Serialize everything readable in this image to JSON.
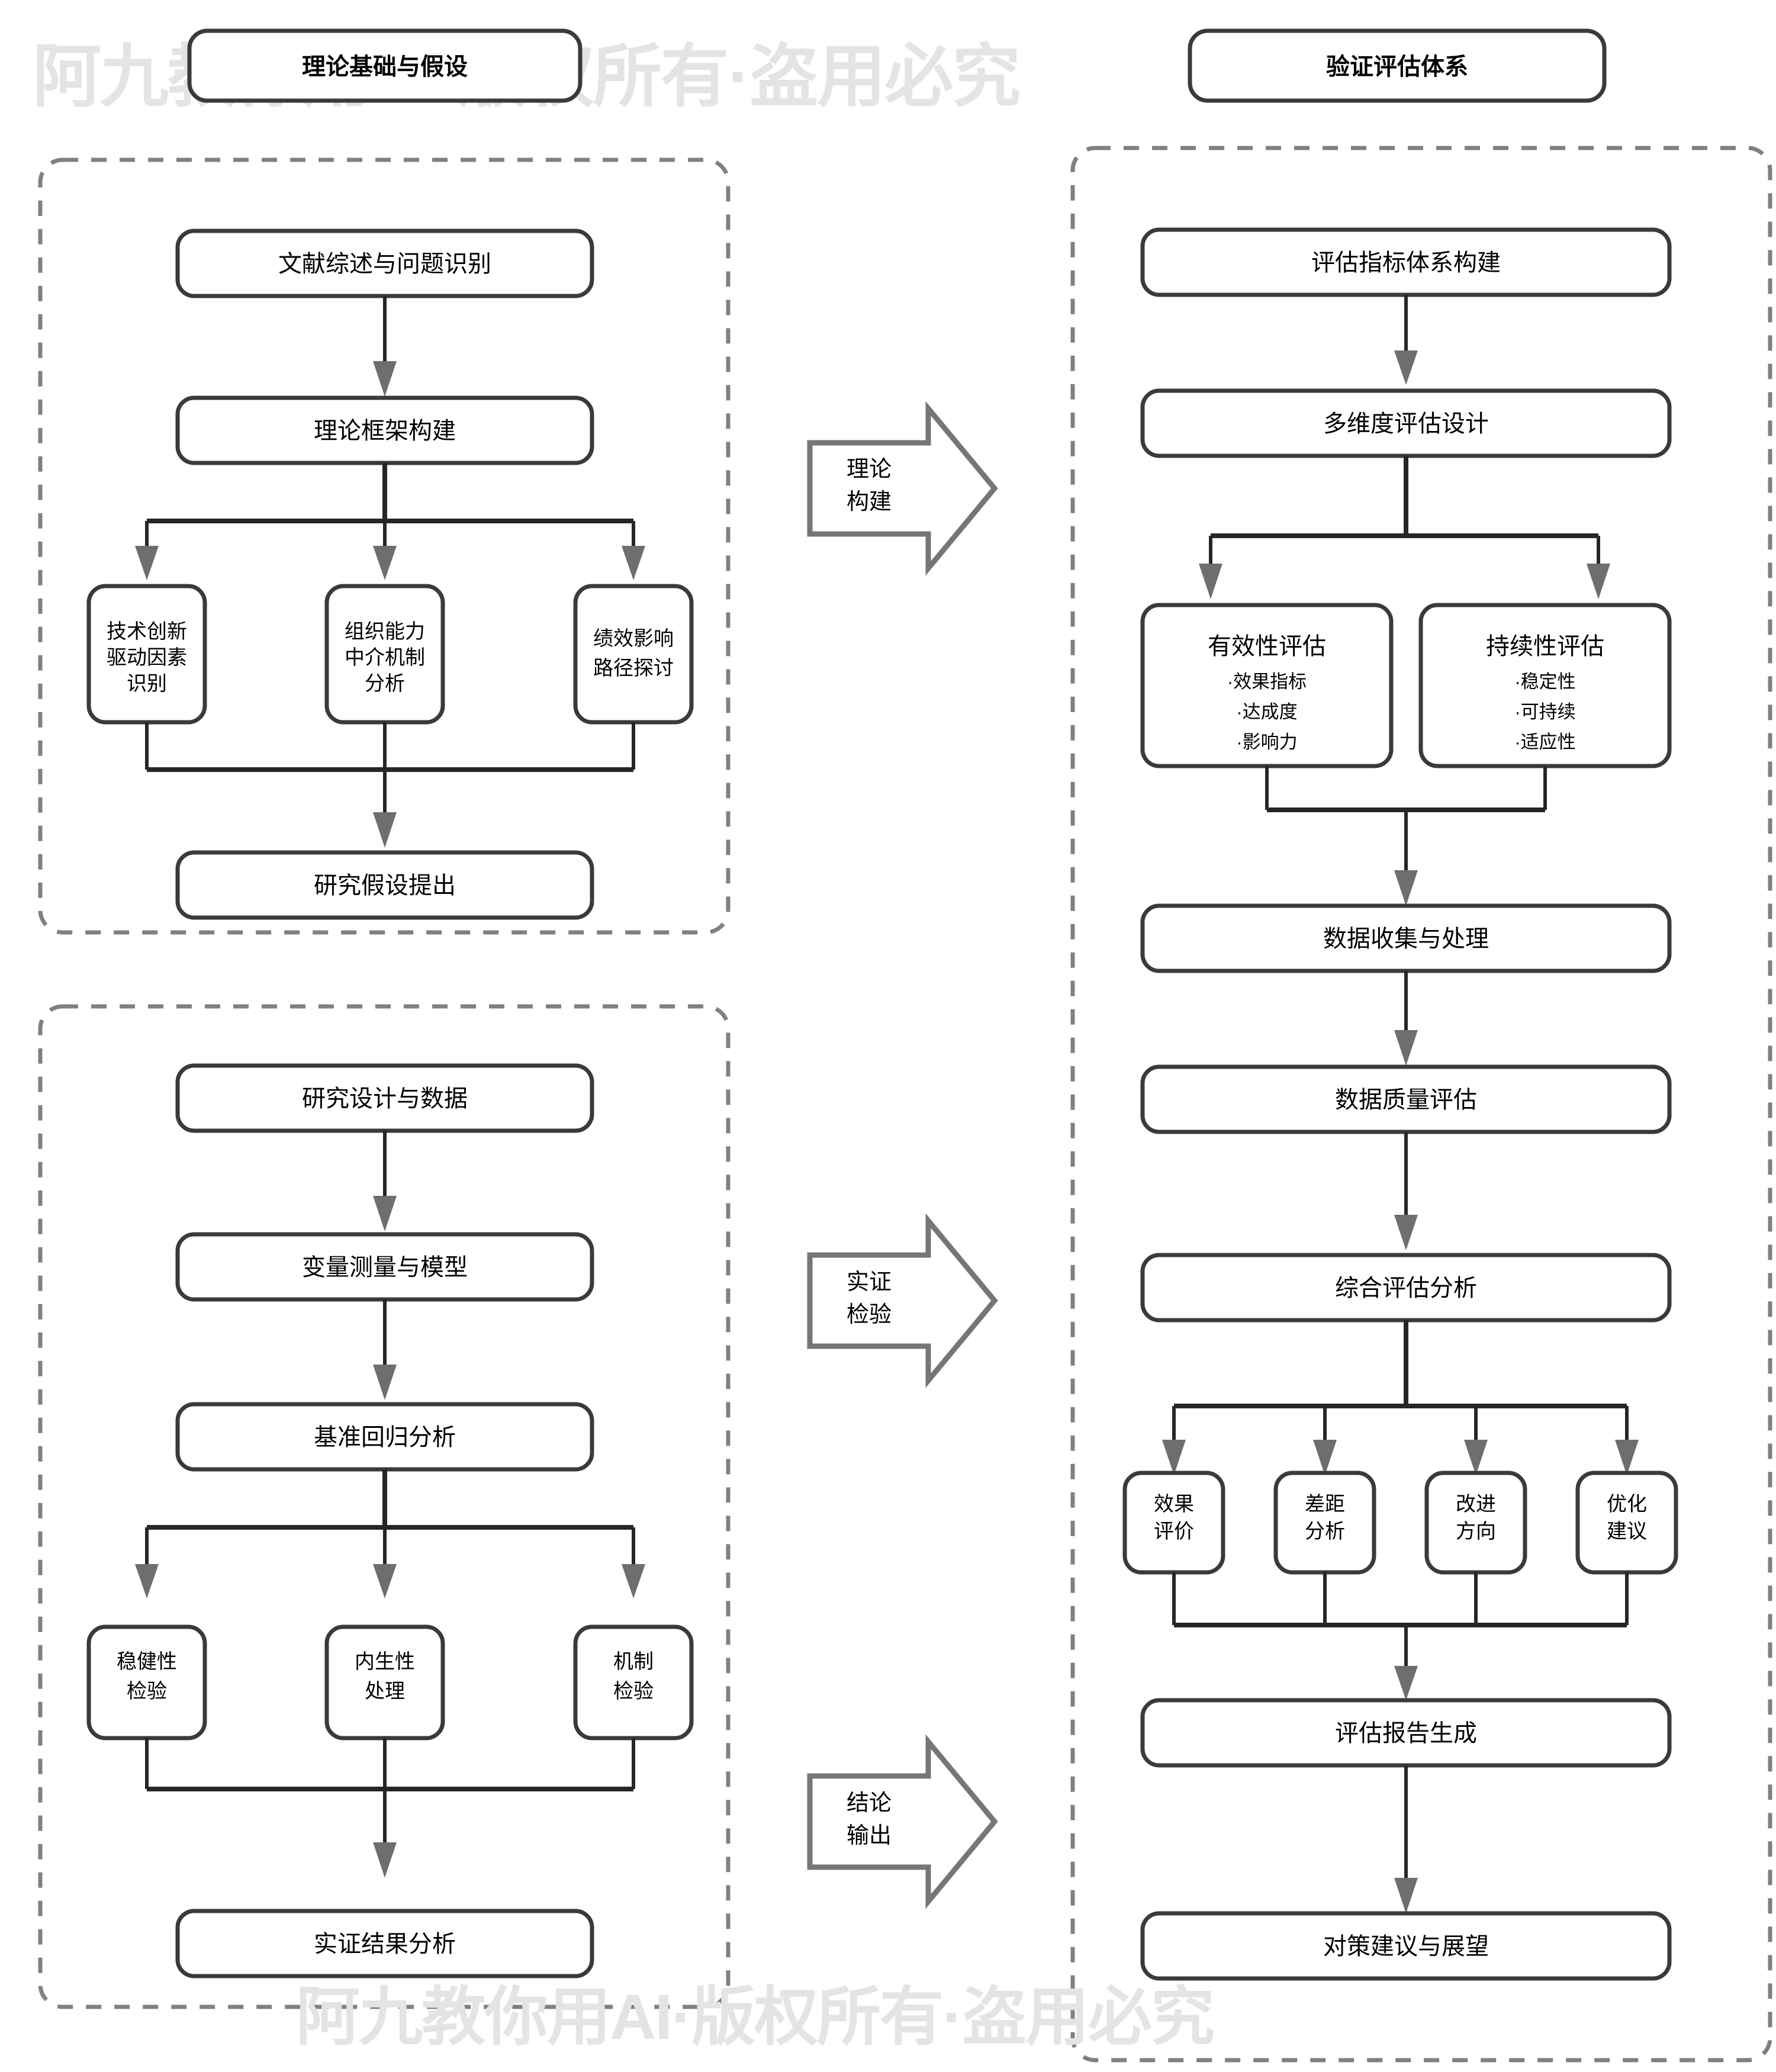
{
  "watermark": {
    "text": "阿九教你用AI·版权所有·盗用必究"
  },
  "columns": {
    "left": {
      "title": "理论基础与假设",
      "sections": [
        {
          "name": "theory-section",
          "nodes": [
            {
              "label": "文献综述与问题识别",
              "kind": "wide"
            },
            {
              "label": "理论框架构建",
              "kind": "wide"
            },
            {
              "label": "技术创新\n驱动因素\n识别",
              "kind": "small"
            },
            {
              "label": "组织能力\n中介机制\n分析",
              "kind": "small"
            },
            {
              "label": "绩效影响\n路径探讨",
              "kind": "small"
            },
            {
              "label": "研究假设提出",
              "kind": "wide"
            }
          ]
        },
        {
          "name": "design-section",
          "nodes": [
            {
              "label": "研究设计与数据",
              "kind": "wide"
            },
            {
              "label": "变量测量与模型",
              "kind": "wide"
            },
            {
              "label": "基准回归分析",
              "kind": "wide"
            },
            {
              "label": "稳健性\n检验",
              "kind": "small"
            },
            {
              "label": "内生性\n处理",
              "kind": "small"
            },
            {
              "label": "机制\n检验",
              "kind": "small"
            },
            {
              "label": "实证结果分析",
              "kind": "wide"
            }
          ]
        }
      ]
    },
    "right": {
      "title": "验证评估体系",
      "nodes": [
        {
          "label": "评估指标体系构建",
          "kind": "wide"
        },
        {
          "label": "多维度评估设计",
          "kind": "wide"
        },
        {
          "label": "有效性评估",
          "kind": "list",
          "items": [
            "·效果指标",
            "·达成度",
            "·影响力"
          ]
        },
        {
          "label": "持续性评估",
          "kind": "list",
          "items": [
            "·稳定性",
            "·可持续",
            "·适应性"
          ]
        },
        {
          "label": "数据收集与处理",
          "kind": "wide"
        },
        {
          "label": "数据质量评估",
          "kind": "wide"
        },
        {
          "label": "综合评估分析",
          "kind": "wide"
        },
        {
          "label": "效果\n评价",
          "kind": "small"
        },
        {
          "label": "差距\n分析",
          "kind": "small"
        },
        {
          "label": "改进\n方向",
          "kind": "small"
        },
        {
          "label": "优化\n建议",
          "kind": "small"
        },
        {
          "label": "评估报告生成",
          "kind": "wide"
        },
        {
          "label": "对策建议与展望",
          "kind": "wide"
        }
      ]
    }
  },
  "bridge_arrows": [
    {
      "name": "theory-build-arrow",
      "line1": "理论",
      "line2": "构建"
    },
    {
      "name": "empirical-test-arrow",
      "line1": "实证",
      "line2": "检验"
    },
    {
      "name": "conclusion-output-arrow",
      "line1": "结论",
      "line2": "输出"
    }
  ],
  "colors": {
    "node_stroke": "#3a3a3a",
    "group_stroke": "#808080",
    "connector": "#262626",
    "arrowhead": "#6e6e6e",
    "big_arrow_stroke": "#767676",
    "watermark": "#e4e4e4",
    "background": "#ffffff"
  }
}
